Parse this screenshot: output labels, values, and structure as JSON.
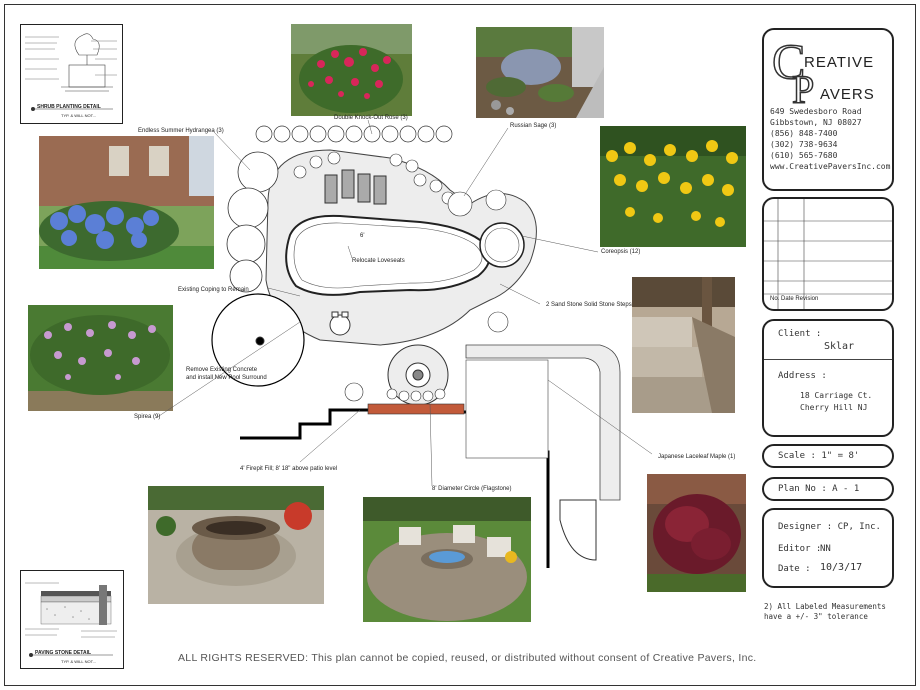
{
  "title_block": {
    "logo_c": "C",
    "logo_p": "P",
    "logo_line1": "REATIVE",
    "logo_line2": "AVERS",
    "address_lines": [
      "649 Swedesboro Road",
      "Gibbstown, NJ 08027",
      "(856) 848-7400",
      "(302) 738-9634",
      "(610) 565-7680",
      "www.CreativePaversInc.com"
    ],
    "revision_header": "No. Date Revision",
    "client_label": "Client :",
    "client_value": "Sklar",
    "address_label": "Address :",
    "address_value1": "18 Carriage Ct.",
    "address_value2": "Cherry Hill NJ",
    "scale": "Scale : 1\" = 8'",
    "plan_no": "Plan No : A - 1",
    "designer": "Designer : CP, Inc.",
    "editor_label": "Editor :",
    "editor_value": "NN",
    "date_label": "Date :",
    "date_value": "10/3/17",
    "note": "2) All Labeled Measurements have a +/- 3\" tolerance"
  },
  "details": {
    "shrub_title": "SHRUB PLANTING DETAIL",
    "shrub_sub": "TYP. & WILL NOT...",
    "paving_title": "PAVING STONE DETAIL",
    "paving_sub": "TYP. & WILL NOT..."
  },
  "plan_labels": {
    "double_knockout": "Double Knock-Out Rose (3)",
    "russian_sage": "Russian Sage (3)",
    "endless_summer": "Endless Summer Hydrangea (3)",
    "coreopsis": "Coreopsis (12)",
    "relocate_loveseats": "Relocate Loveseats",
    "dim_6": "6'",
    "existing_coping": "Existing Coping to Remain",
    "sand_stone_steps": "2 Sand Stone Solid Stone Steps",
    "remove_concrete_1": "Remove Existing Concrete",
    "remove_concrete_2": "and install New Pool Surround",
    "spirea": "Spirea (9)",
    "firepit": "4' Firepit Fill; 8' 18\" above patio level",
    "diameter_circle": "8' Diameter Circle (Flagstone)",
    "japanese_maple": "Japanese Laceleaf Maple (1)"
  },
  "footer": "ALL RIGHTS RESERVED:  This plan cannot be copied, reused, or distributed without consent of Creative Pavers, Inc."
}
